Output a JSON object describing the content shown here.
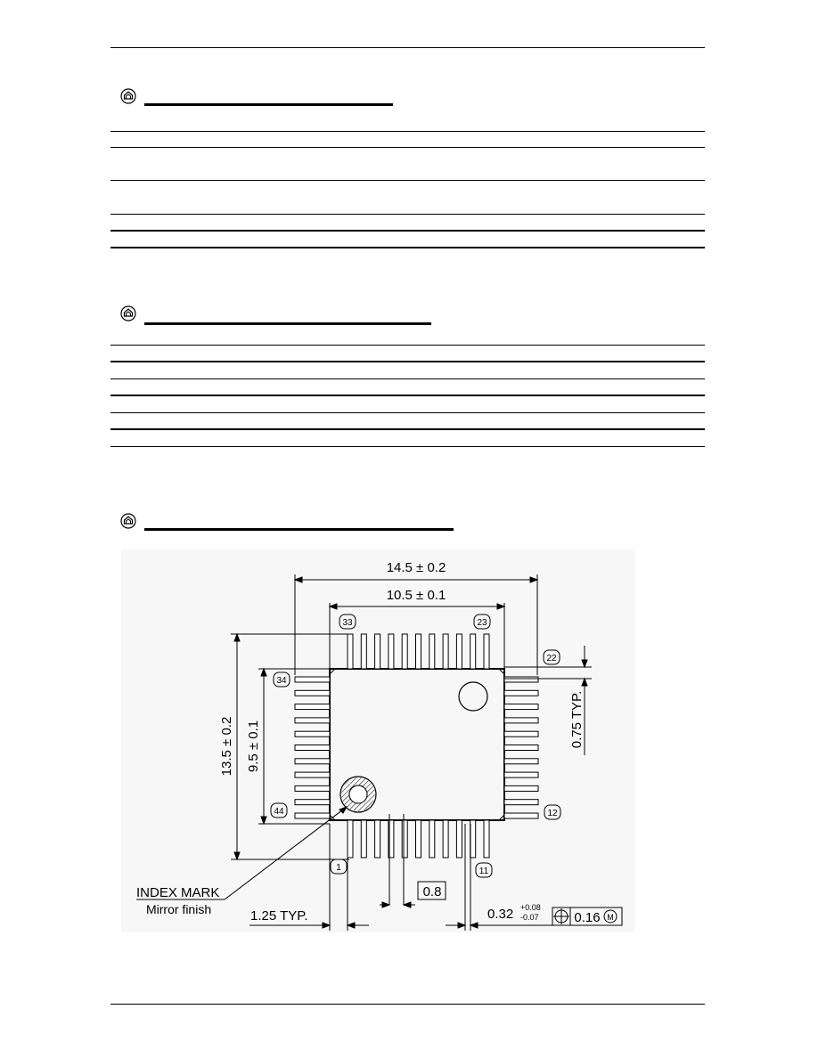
{
  "diagram": {
    "dimensions": {
      "overall_width": "14.5 ± 0.2",
      "body_width": "10.5 ± 0.1",
      "overall_height": "13.5 ± 0.2",
      "body_height": "9.5 ± 0.1",
      "lead_length": "0.75 TYP.",
      "lead_pitch": "0.8",
      "lead_to_edge": "1.25 TYP.",
      "lead_width": "0.32",
      "lead_width_tol_plus": "+0.08",
      "lead_width_tol_minus": "-0.07",
      "position_tolerance": "0.16",
      "modifier": "M"
    },
    "pins": {
      "p1": "1",
      "p11": "11",
      "p12": "12",
      "p22": "22",
      "p23": "23",
      "p33": "33",
      "p34": "34",
      "p44": "44"
    },
    "index_mark": "INDEX MARK",
    "index_finish": "Mirror finish"
  },
  "colors": {
    "ink": "#000000",
    "diagram_bg": "#f7f7f7"
  },
  "icons": [
    "section-bullet-icon",
    "section-bullet-icon",
    "section-bullet-icon"
  ]
}
